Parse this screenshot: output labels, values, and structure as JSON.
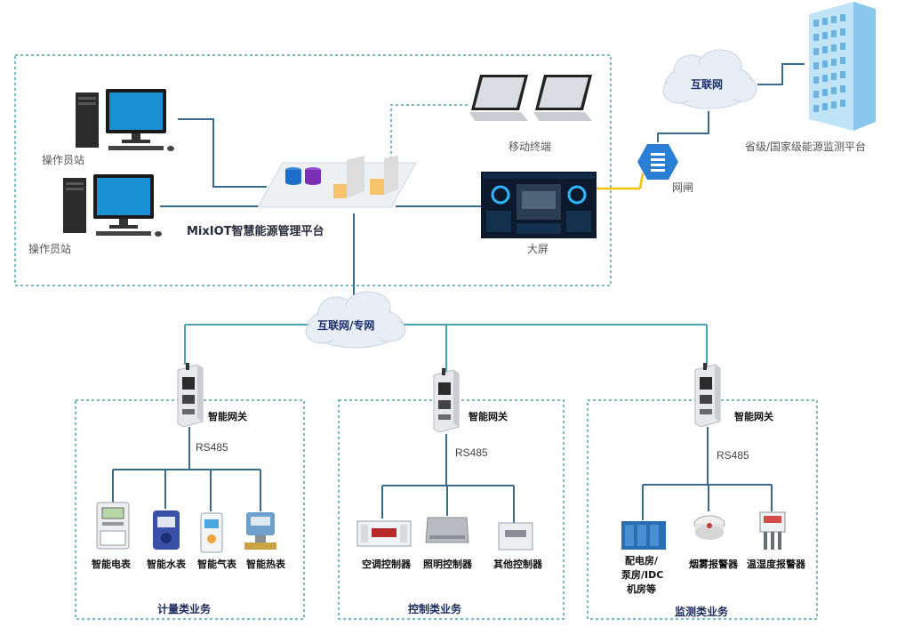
{
  "top": {
    "internet_cloud": "互联网",
    "national_platform": "省级/国家级能源监测平台",
    "gateway": "网闸",
    "operator1": "操作员站",
    "operator2": "操作员站",
    "mobile": "移动终端",
    "bigscreen": "大屏",
    "platform": "MixIOT智慧能源管理平台"
  },
  "middle": {
    "network_cloud": "互联网/专网"
  },
  "groups": [
    {
      "gateway": "智能网关",
      "bus": "RS485",
      "category": "计量类业务",
      "devices": [
        "智能电表",
        "智能水表",
        "智能气表",
        "智能热表"
      ]
    },
    {
      "gateway": "智能网关",
      "bus": "RS485",
      "category": "控制类业务",
      "devices": [
        "空调控制器",
        "照明控制器",
        "其他控制器"
      ]
    },
    {
      "gateway": "智能网关",
      "bus": "RS485",
      "category": "监测类业务",
      "devices": [
        "配电房/",
        "泵房/IDC",
        "机房等",
        "烟雾报警器",
        "温湿度报警器"
      ]
    }
  ],
  "colors": {
    "line": "#3b6a8f",
    "dashed": "#4aa3b0",
    "yellow": "#f0c200",
    "cloud_text": "#1a2d6e"
  }
}
